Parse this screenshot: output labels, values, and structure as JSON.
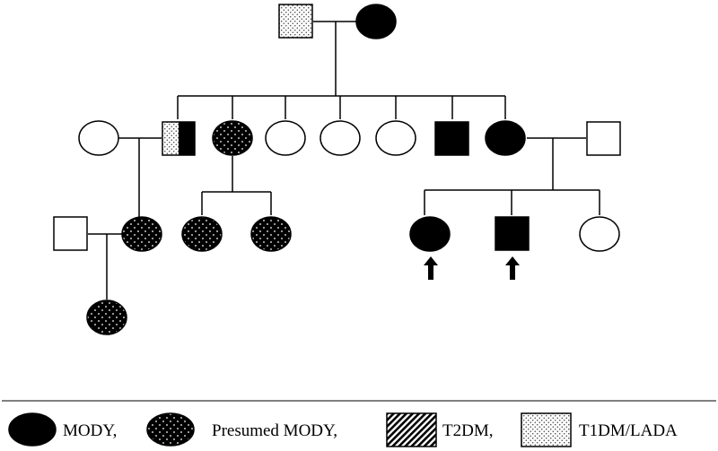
{
  "pedigree": {
    "generations": [
      {
        "id": "gen1",
        "members": [
          {
            "id": "I-1",
            "sex": "male",
            "status": "T1DM/LADA"
          },
          {
            "id": "I-2",
            "sex": "female",
            "status": "MODY"
          }
        ]
      },
      {
        "id": "gen2",
        "members": [
          {
            "id": "II-spouse-1",
            "sex": "female",
            "status": "unaffected"
          },
          {
            "id": "II-1",
            "sex": "male",
            "status": "T1DM/LADA + MODY"
          },
          {
            "id": "II-2",
            "sex": "female",
            "status": "Presumed MODY"
          },
          {
            "id": "II-3",
            "sex": "female",
            "status": "unaffected"
          },
          {
            "id": "II-4",
            "sex": "female",
            "status": "unaffected"
          },
          {
            "id": "II-5",
            "sex": "female",
            "status": "unaffected"
          },
          {
            "id": "II-6",
            "sex": "male",
            "status": "MODY"
          },
          {
            "id": "II-7",
            "sex": "female",
            "status": "MODY"
          },
          {
            "id": "II-spouse-2",
            "sex": "male",
            "status": "unaffected"
          }
        ]
      },
      {
        "id": "gen3",
        "members": [
          {
            "id": "III-spouse-1",
            "sex": "male",
            "status": "unaffected"
          },
          {
            "id": "III-1",
            "sex": "female",
            "status": "Presumed MODY"
          },
          {
            "id": "III-2",
            "sex": "female",
            "status": "Presumed MODY"
          },
          {
            "id": "III-3",
            "sex": "female",
            "status": "Presumed MODY"
          },
          {
            "id": "III-4",
            "sex": "female",
            "status": "MODY",
            "proband": true
          },
          {
            "id": "III-5",
            "sex": "male",
            "status": "MODY",
            "proband": true
          },
          {
            "id": "III-6",
            "sex": "female",
            "status": "unaffected"
          }
        ]
      },
      {
        "id": "gen4",
        "members": [
          {
            "id": "IV-1",
            "sex": "female",
            "status": "Presumed MODY"
          }
        ]
      }
    ]
  },
  "legend": {
    "mody": "MODY,",
    "presumed_mody": "Presumed MODY,",
    "t2dm": "T2DM,",
    "t1dm_lada": "T1DM/LADA"
  },
  "colors": {
    "affected": "#000000",
    "unaffected": "#ffffff",
    "line": "#000000"
  }
}
